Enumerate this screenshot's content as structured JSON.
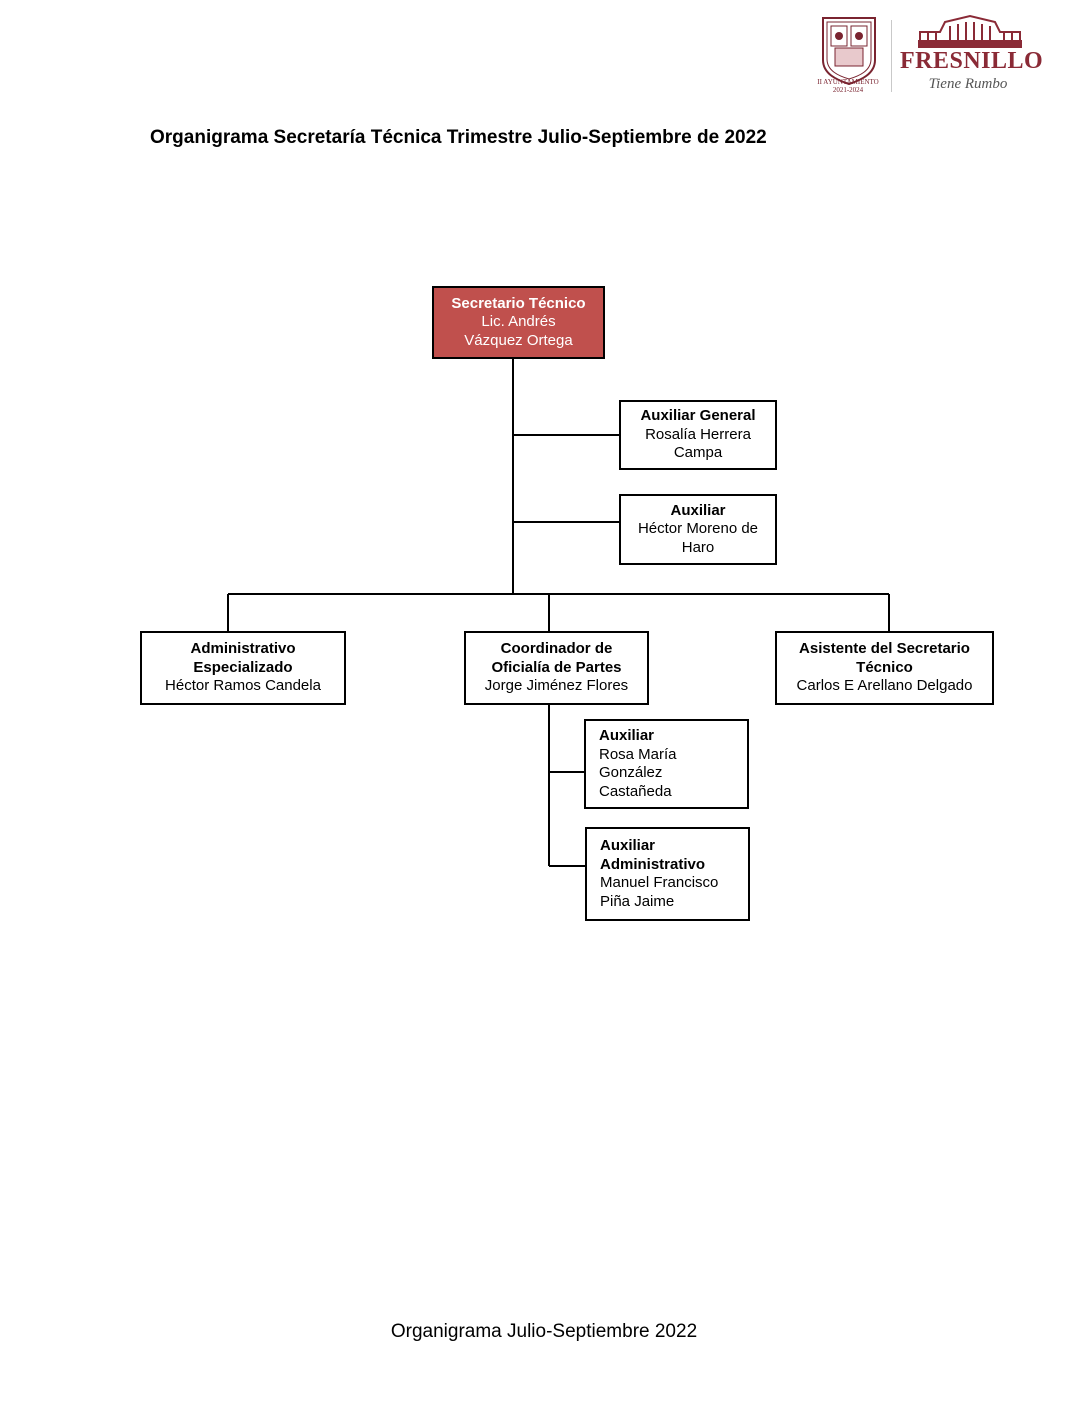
{
  "header": {
    "seal_text": [
      "II AYUNTAMIENTO",
      "2021-2024"
    ],
    "brand_name": "FRESNILLO",
    "brand_tagline": "Tiene Rumbo"
  },
  "title": "Organigrama Secretaría Técnica Trimestre Julio-Septiembre de 2022",
  "footer": "Organigrama Julio-Septiembre 2022",
  "colors": {
    "head_fill": "#c0504d",
    "brand": "#8a2a36",
    "border": "#000000"
  },
  "org": {
    "head": {
      "title": "Secretario Técnico",
      "name_line1": "Lic. Andrés",
      "name_line2": "Vázquez Ortega"
    },
    "aux_general": {
      "title": "Auxiliar General",
      "name_line1": "Rosalía Herrera",
      "name_line2": "Campa"
    },
    "aux_1": {
      "title": "Auxiliar",
      "name_line1": "Héctor Moreno de",
      "name_line2": "Haro"
    },
    "admin_esp": {
      "title_line1": "Administrativo",
      "title_line2": "Especializado",
      "name": "Héctor Ramos Candela"
    },
    "coordinador": {
      "title_line1": "Coordinador de",
      "title_line2": "Oficialía de Partes",
      "name": "Jorge Jiménez Flores"
    },
    "asistente": {
      "title_line1": "Asistente del Secretario",
      "title_line2": "Técnico",
      "name": "Carlos E Arellano Delgado"
    },
    "aux_2": {
      "title": "Auxiliar",
      "name_line1": "Rosa María",
      "name_line2": "González",
      "name_line3": "Castañeda"
    },
    "aux_admin": {
      "title_line1": "Auxiliar",
      "title_line2": "Administrativo",
      "name_line1": "Manuel Francisco",
      "name_line2": "Piña Jaime"
    }
  }
}
